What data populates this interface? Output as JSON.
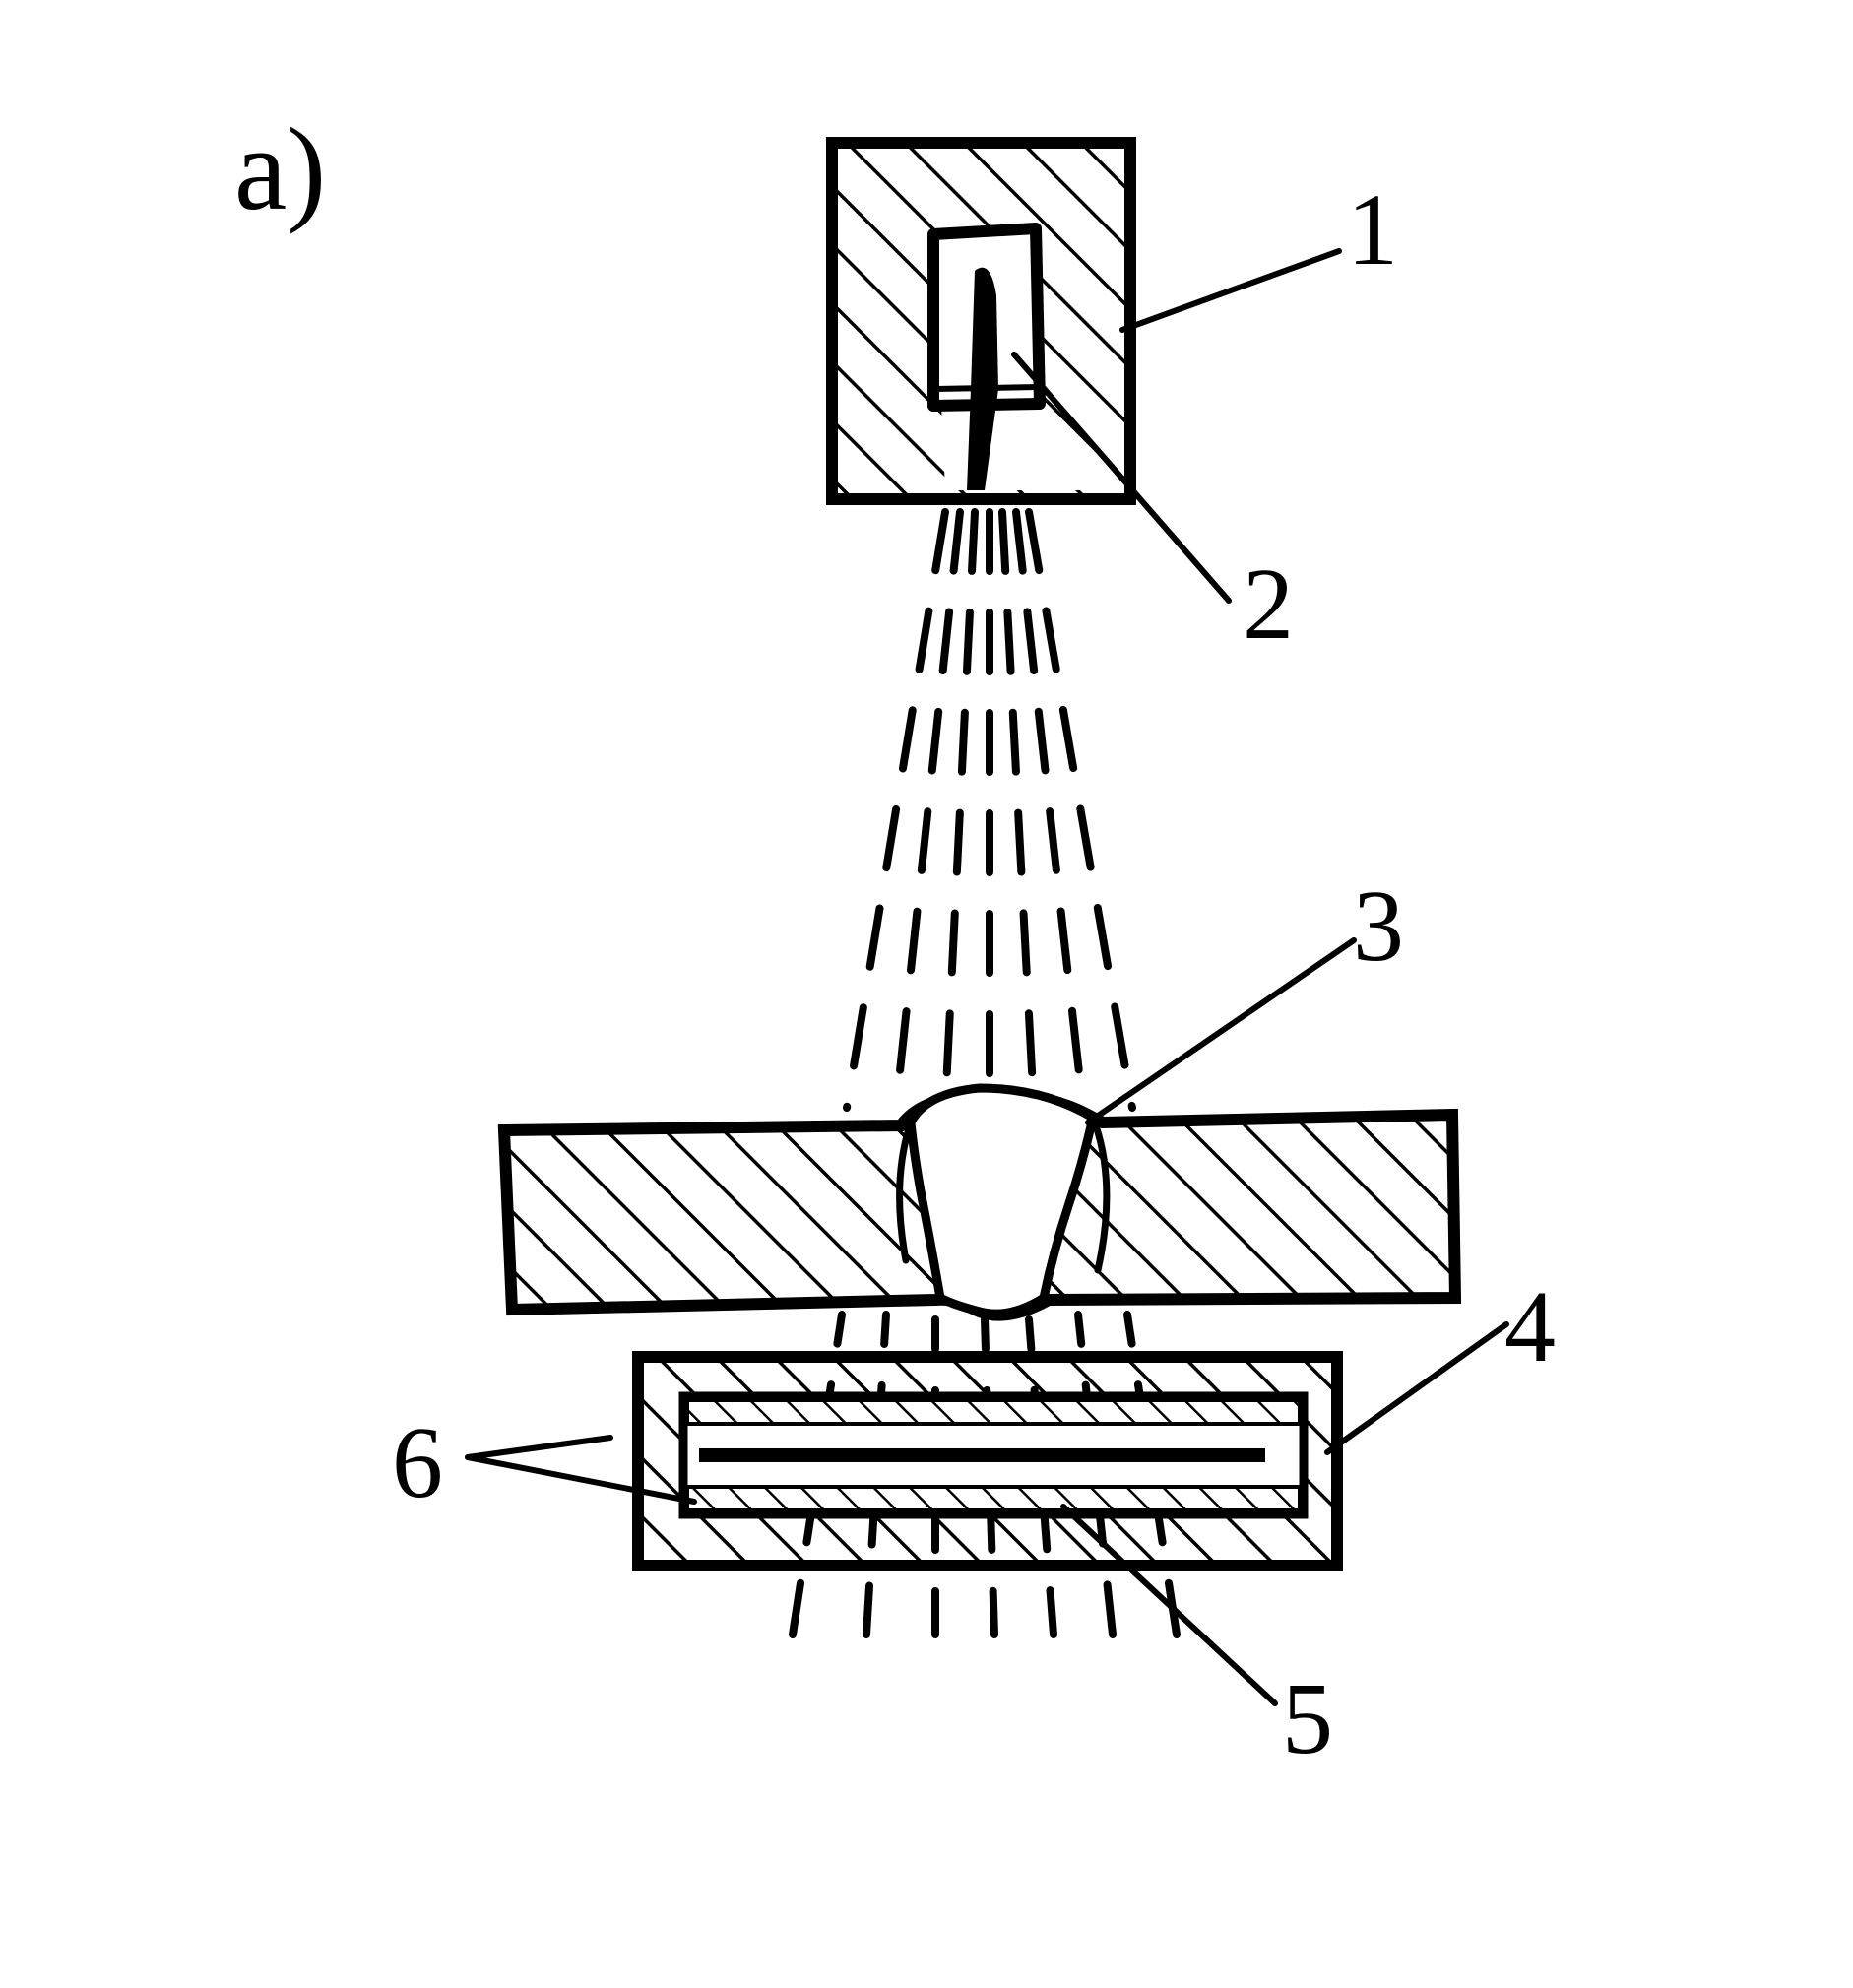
{
  "figure": {
    "panel_label": "a)",
    "callouts": {
      "c1": "1",
      "c2": "2",
      "c3": "3",
      "c4": "4",
      "c5": "5",
      "c6": "6"
    }
  },
  "colors": {
    "ink": "#000000",
    "background": "#ffffff"
  }
}
